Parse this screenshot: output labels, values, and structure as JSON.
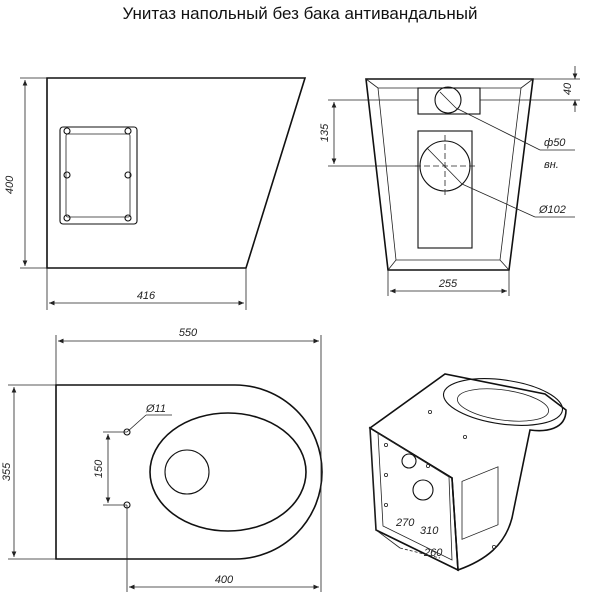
{
  "title": "Унитаз напольный без бака антивандальный",
  "views": {
    "side": {
      "height": "400",
      "length": "416"
    },
    "rear": {
      "dim_top": "40",
      "dim_135": "135",
      "dim_50": "ф50",
      "dim_50_note": "вн.",
      "dim_102": "Ø102",
      "dim_255": "255"
    },
    "top": {
      "length": "550",
      "width": "355",
      "hole": "Ø11",
      "hole_spacing": "150",
      "hole_offset": "400"
    },
    "iso": {
      "d1": "270",
      "d2": "310",
      "d3": "260"
    }
  }
}
